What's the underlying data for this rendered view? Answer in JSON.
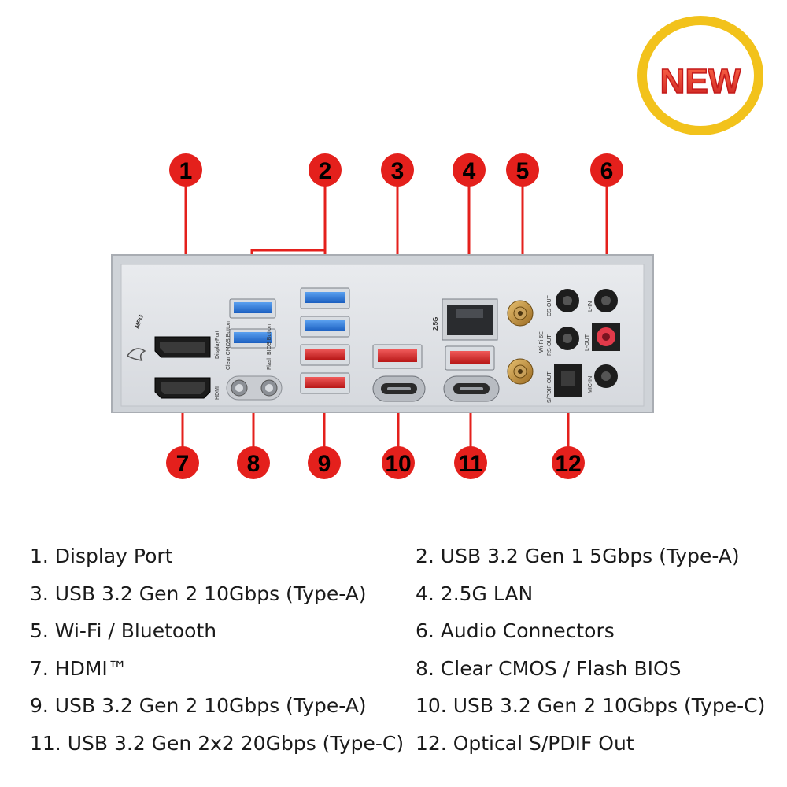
{
  "badge": {
    "text": "NEW",
    "text_color": "#e0342a",
    "ring_color": "#f2c21b"
  },
  "accent_color": "#e4201c",
  "callouts": [
    {
      "number": "1"
    },
    {
      "number": "2"
    },
    {
      "number": "3"
    },
    {
      "number": "4"
    },
    {
      "number": "5"
    },
    {
      "number": "6"
    },
    {
      "number": "7"
    },
    {
      "number": "8"
    },
    {
      "number": "9"
    },
    {
      "number": "10"
    },
    {
      "number": "11"
    },
    {
      "number": "12"
    }
  ],
  "panel_labels": {
    "brand": "MPG",
    "displayport": "DisplayPort",
    "hdmi": "HDMI",
    "clear_cmos": "Clear CMOS Button",
    "flash_bios": "Flash BIOS Button",
    "lan": "2.5G",
    "wifi": "Wi-Fi 6E",
    "cs_out": "CS-OUT",
    "rs_out": "RS-OUT",
    "spdif_out": "S/PDIF-OUT",
    "line_in": "L-IN",
    "line_out": "L-OUT",
    "mic_in": "MIC-IN"
  },
  "legend": [
    "1. Display Port",
    "2. USB 3.2 Gen 1 5Gbps (Type-A)",
    "3. USB 3.2 Gen 2 10Gbps (Type-A)",
    "4. 2.5G LAN",
    "5. Wi-Fi / Bluetooth",
    "6. Audio Connectors",
    "7. HDMI™",
    "8. Clear CMOS / Flash BIOS",
    "9. USB 3.2 Gen 2 10Gbps (Type-A)",
    "10. USB 3.2 Gen 2 10Gbps (Type-C)",
    "11. USB 3.2 Gen 2x2 20Gbps (Type-C)",
    "12. Optical S/PDIF Out"
  ]
}
